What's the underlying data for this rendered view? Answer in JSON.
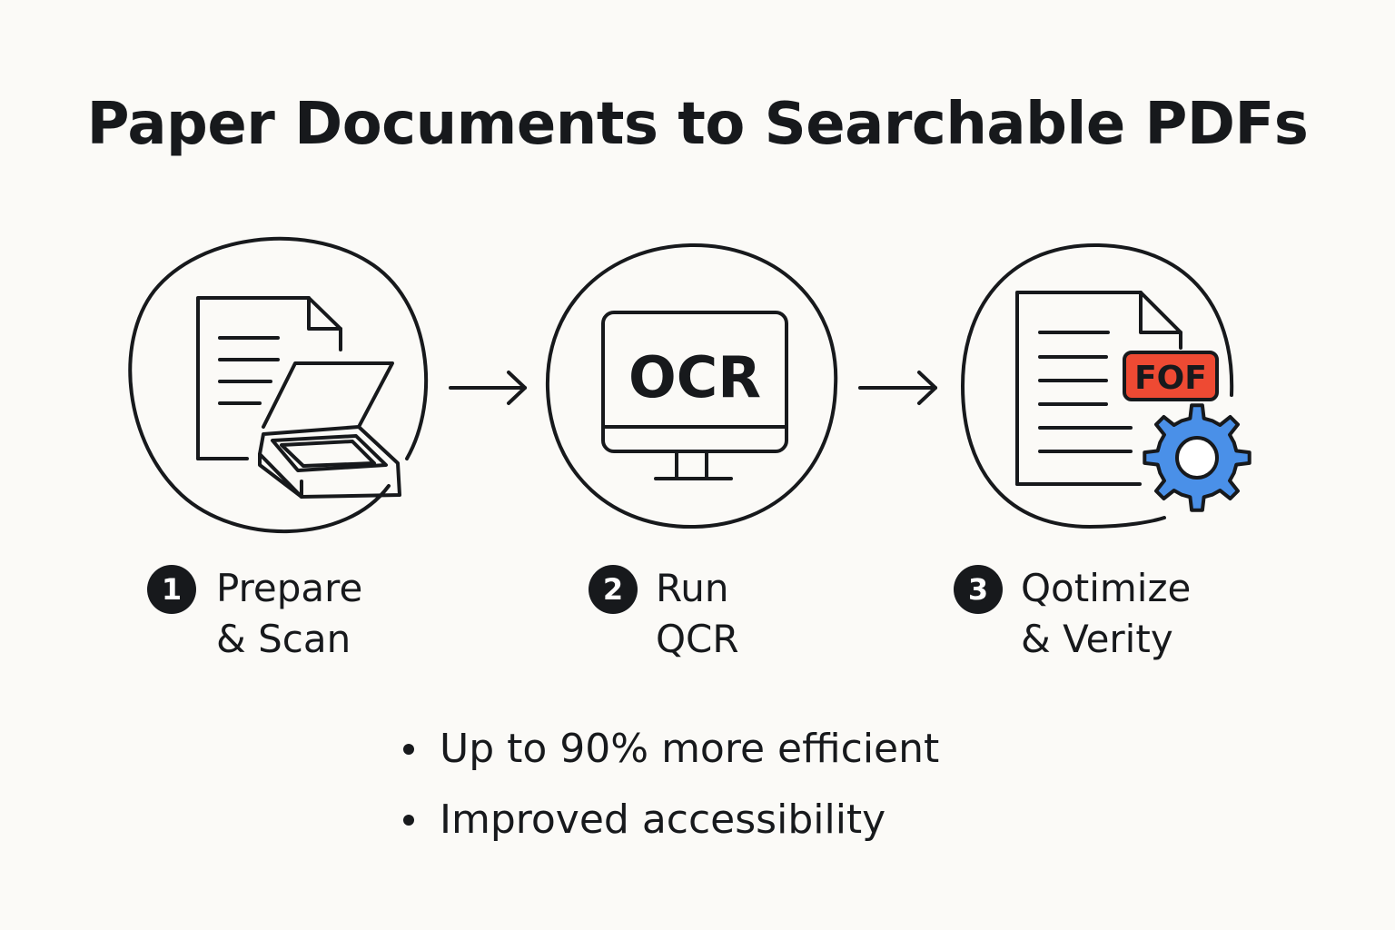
{
  "title": "Paper Documents to Searchable PDFs",
  "steps": [
    {
      "number": "1",
      "line1": "Prepare",
      "line2": "& Scan",
      "icon": "document-scanner-icon"
    },
    {
      "number": "2",
      "line1": "Run",
      "line2": "QCR",
      "icon": "ocr-monitor-icon",
      "icon_text": "OCR"
    },
    {
      "number": "3",
      "line1": "Qotimize",
      "line2": "& Verity",
      "icon": "pdf-gear-icon",
      "badge_text": "FOF"
    }
  ],
  "benefits": [
    "Up to 90% more efficient",
    "Improved accessibility"
  ],
  "colors": {
    "ink": "#17191c",
    "background": "#fbfaf7",
    "badge": "#ee4a33",
    "gear": "#4a90e8"
  }
}
